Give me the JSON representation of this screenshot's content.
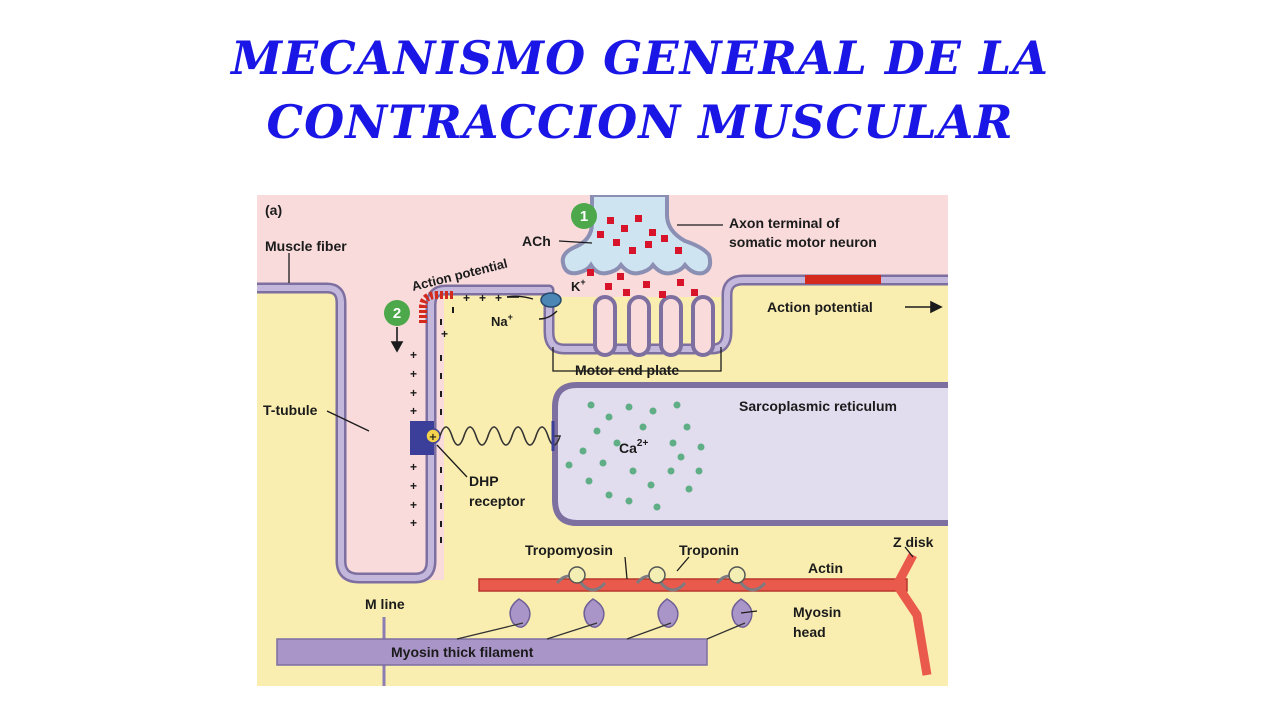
{
  "title": {
    "line1": "MECANISMO GENERAL DE LA",
    "line2": "CONTRACCION MUSCULAR"
  },
  "colors": {
    "title": "#1a16e6",
    "extracellular": "#f9dbdb",
    "cytoplasm": "#f9eeb0",
    "membrane": "#b3a4cc",
    "sarcoplasmic_reticulum": "#e1dcee",
    "calcium_dots": "#5fae85",
    "acetylcholine": "#d8142a",
    "actin": "#ea5a4c",
    "myosin": "#a995c8",
    "step_badges": "#4ca84a"
  },
  "diagram": {
    "panel_label": "(a)",
    "labels": {
      "muscle_fiber": "Muscle fiber",
      "action_potential_t": "Action potential",
      "ach": "ACh",
      "axon_terminal_1": "Axon terminal of",
      "axon_terminal_2": "somatic motor neuron",
      "action_potential_right": "Action potential",
      "k": "K",
      "k_sup": "+",
      "na": "Na",
      "na_sup": "+",
      "motor_end_plate": "Motor end plate",
      "t_tubule": "T-tubule",
      "sarcoplasmic_reticulum": "Sarcoplasmic reticulum",
      "ca": "Ca",
      "ca_sup": "2+",
      "dhp_1": "DHP",
      "dhp_2": "receptor",
      "tropomyosin": "Tropomyosin",
      "troponin": "Troponin",
      "z_disk": "Z disk",
      "actin": "Actin",
      "m_line": "M line",
      "myosin_head_1": "Myosin",
      "myosin_head_2": "head",
      "myosin_thick_filament": "Myosin thick filament"
    },
    "steps": [
      "1",
      "2"
    ]
  }
}
